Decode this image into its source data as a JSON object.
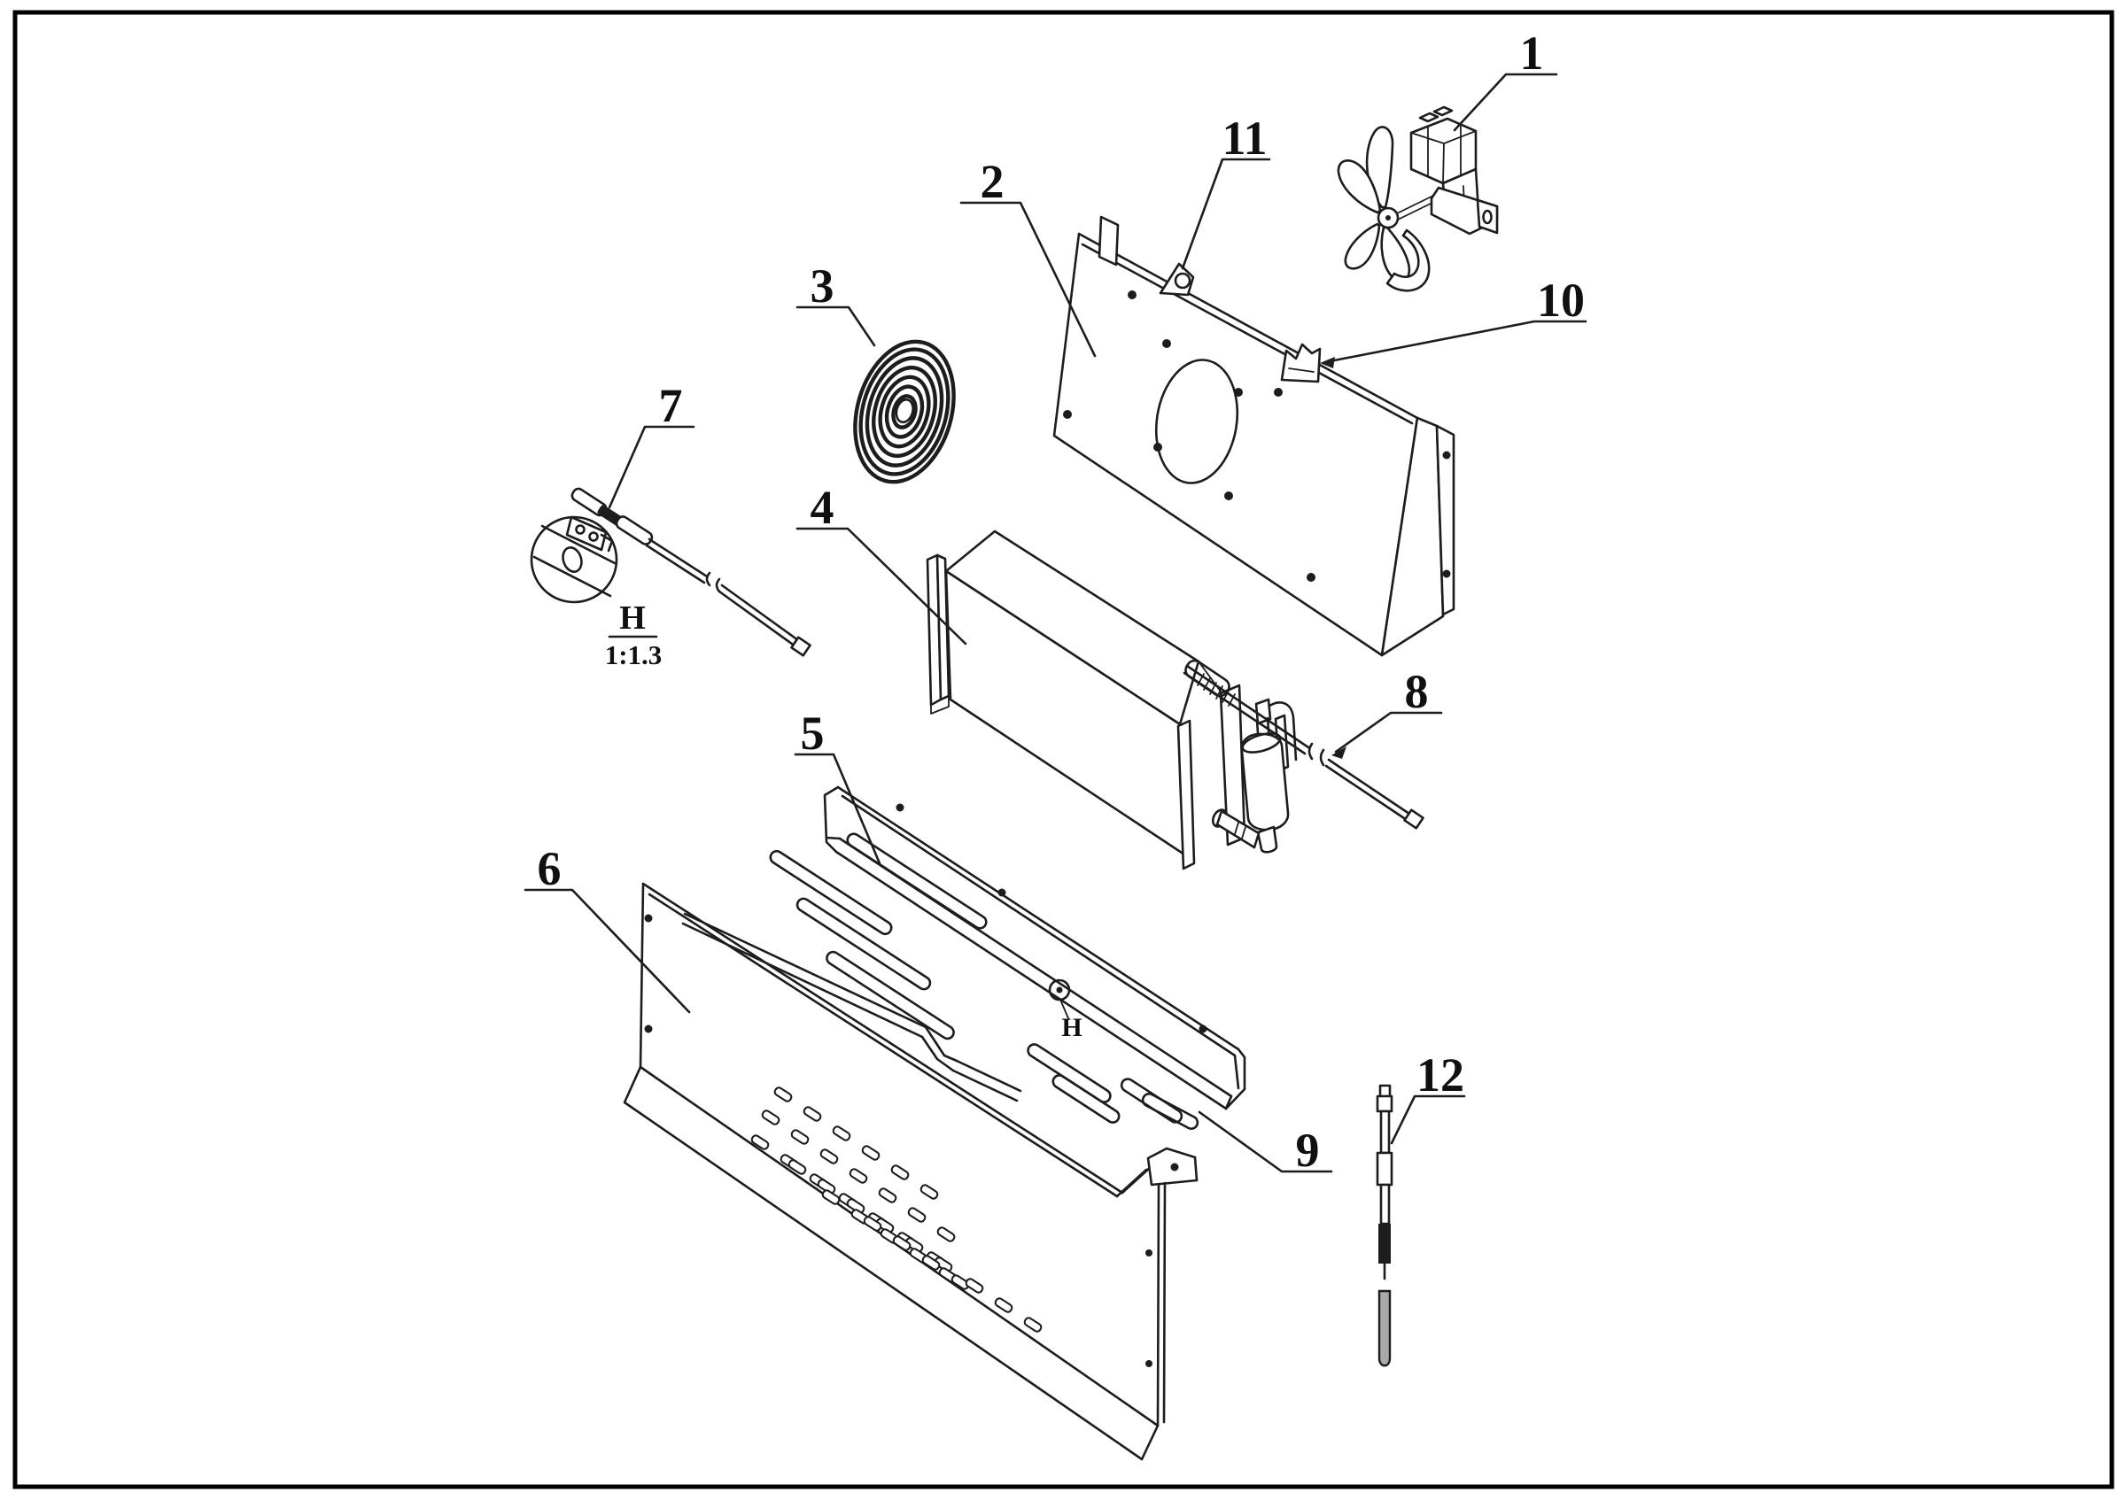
{
  "diagram": {
    "background": "#ffffff",
    "line_color": "#1d1d1d",
    "callouts": [
      {
        "label": "1"
      },
      {
        "label": "2"
      },
      {
        "label": "3"
      },
      {
        "label": "4"
      },
      {
        "label": "5"
      },
      {
        "label": "6"
      },
      {
        "label": "7"
      },
      {
        "label": "8"
      },
      {
        "label": "9"
      },
      {
        "label": "10"
      },
      {
        "label": "11"
      },
      {
        "label": "12"
      }
    ],
    "detail_view": {
      "title": "H",
      "scale": "1:1.3"
    },
    "detail_marker": {
      "label": "H"
    }
  }
}
